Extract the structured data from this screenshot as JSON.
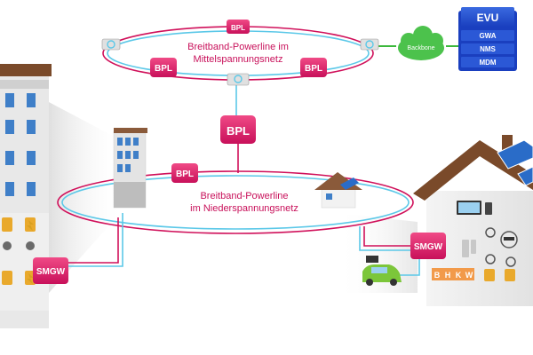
{
  "colors": {
    "accent": "#d81b60",
    "line_blue": "#5bc8e8",
    "line_magenta": "#d0105a",
    "backbone_green": "#3cb83c",
    "evu_blue": "#1a3fbf"
  },
  "top_ring": {
    "label_line1": "Breitband-Powerline im",
    "label_line2": "Mittelspannungsnetz",
    "bpl_top": "BPL",
    "bpl_left": "BPL",
    "bpl_right": "BPL"
  },
  "backbone": {
    "label": "Backbone"
  },
  "evu": {
    "title": "EVU",
    "items": [
      "GWA",
      "NMS",
      "MDM"
    ]
  },
  "center_bpl": "BPL",
  "bottom_ring": {
    "label_line1": "Breitband-Powerline",
    "label_line2": "im Niederspannungsnetz",
    "bpl": "BPL"
  },
  "smgw_left": "SMGW",
  "smgw_right": "SMGW",
  "bhkw": [
    "B",
    "H",
    "K",
    "W"
  ],
  "icons": [
    "substation-icon",
    "antenna-icon",
    "cloud-icon",
    "server-stack-icon",
    "building-icon",
    "house-icon",
    "car-icon",
    "meter-icon",
    "tv-icon",
    "solar-panel-icon"
  ]
}
